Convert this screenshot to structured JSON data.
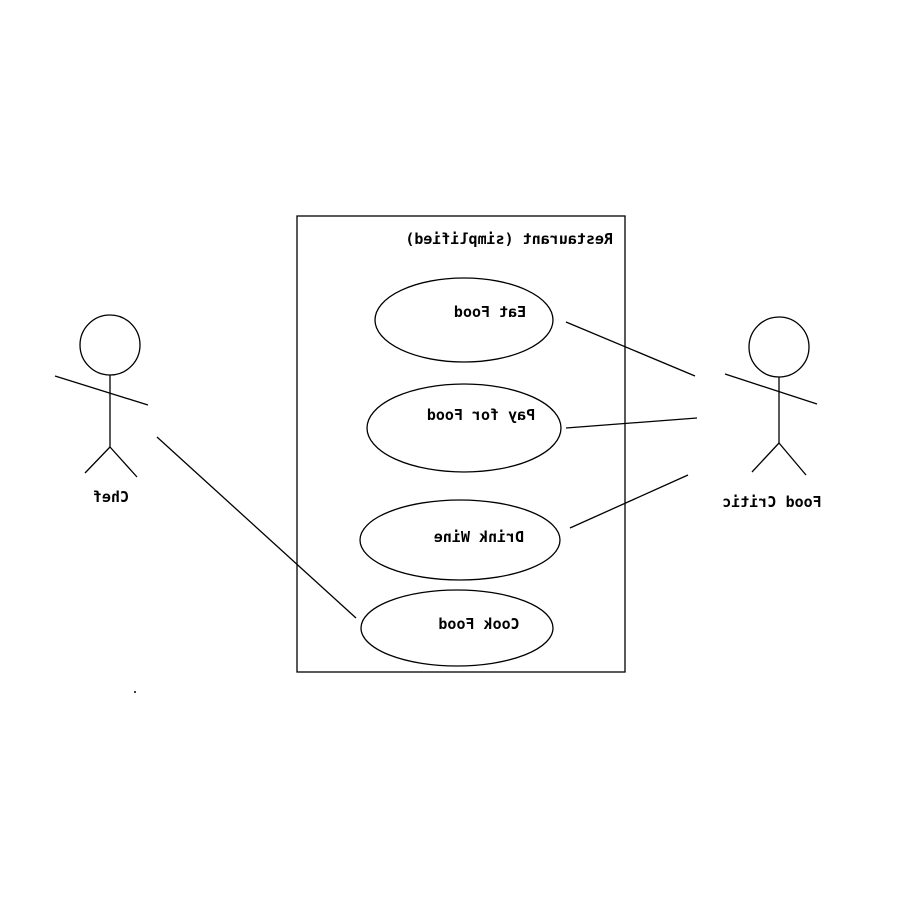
{
  "diagram": {
    "system_title": "Restaurant (simplified)",
    "actors": [
      {
        "id": "chef",
        "label": "Chef"
      },
      {
        "id": "food-critic",
        "label": "Food Critic"
      }
    ],
    "use_cases": [
      {
        "id": "eat-food",
        "label": "Eat Food"
      },
      {
        "id": "pay-for-food",
        "label": "Pay for Food"
      },
      {
        "id": "drink-wine",
        "label": "Drink Wine"
      },
      {
        "id": "cook-food",
        "label": "Cook Food"
      }
    ],
    "associations": [
      {
        "from": "food-critic",
        "to": "eat-food"
      },
      {
        "from": "food-critic",
        "to": "pay-for-food"
      },
      {
        "from": "food-critic",
        "to": "drink-wine"
      },
      {
        "from": "chef",
        "to": "cook-food"
      }
    ]
  },
  "colors": {
    "line": "#000000",
    "background": "#ffffff"
  }
}
